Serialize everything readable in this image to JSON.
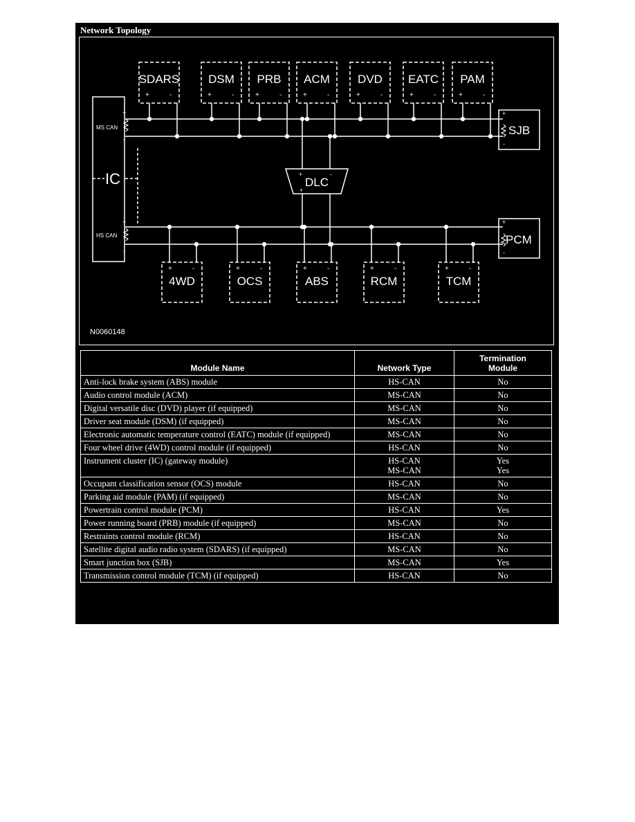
{
  "section_title": "Network Topology",
  "diagram": {
    "figure_id": "N0060148",
    "bus_labels": {
      "ms_can": "MS CAN",
      "hs_can": "HS CAN"
    },
    "gateway": "IC",
    "connector": "DLC",
    "ms_modules": [
      "SDARS",
      "DSM",
      "PRB",
      "ACM",
      "DVD",
      "EATC",
      "PAM"
    ],
    "hs_modules": [
      "4WD",
      "OCS",
      "ABS",
      "RCM",
      "TCM"
    ],
    "ms_terminator": "SJB",
    "hs_terminator": "PCM",
    "plus": "+",
    "minus": "-"
  },
  "table": {
    "headers": {
      "module_name": "Module Name",
      "network_type": "Network Type",
      "termination": "Termination\nModule"
    },
    "rows": [
      {
        "name": "Anti-lock brake system (ABS) module",
        "network": "HS-CAN",
        "termination": "No"
      },
      {
        "name": "Audio control module (ACM)",
        "network": "MS-CAN",
        "termination": "No"
      },
      {
        "name": "Digital versatile disc (DVD) player (if equipped)",
        "network": "MS-CAN",
        "termination": "No"
      },
      {
        "name": "Driver seat module (DSM) (if equipped)",
        "network": "MS-CAN",
        "termination": "No"
      },
      {
        "name": "Electronic automatic temperature control (EATC) module (if equipped)",
        "network": "MS-CAN",
        "termination": "No"
      },
      {
        "name": "Four wheel drive (4WD) control module (if equipped)",
        "network": "HS-CAN",
        "termination": "No"
      },
      {
        "name": "Instrument cluster (IC) (gateway module)",
        "network": "HS-CAN\nMS-CAN",
        "termination": "Yes\nYes"
      },
      {
        "name": "Occupant classification sensor (OCS) module",
        "network": "HS-CAN",
        "termination": "No"
      },
      {
        "name": "Parking aid module (PAM) (if equipped)",
        "network": "MS-CAN",
        "termination": "No"
      },
      {
        "name": "Powertrain control module (PCM)",
        "network": "HS-CAN",
        "termination": "Yes"
      },
      {
        "name": "Power running board (PRB) module (if equipped)",
        "network": "MS-CAN",
        "termination": "No"
      },
      {
        "name": "Restraints control module (RCM)",
        "network": "HS-CAN",
        "termination": "No"
      },
      {
        "name": "Satellite digital audio radio system (SDARS) (if equipped)",
        "network": "MS-CAN",
        "termination": "No"
      },
      {
        "name": "Smart junction box (SJB)",
        "network": "MS-CAN",
        "termination": "Yes"
      },
      {
        "name": "Transmission control module (TCM) (if equipped)",
        "network": "HS-CAN",
        "termination": "No"
      }
    ]
  }
}
